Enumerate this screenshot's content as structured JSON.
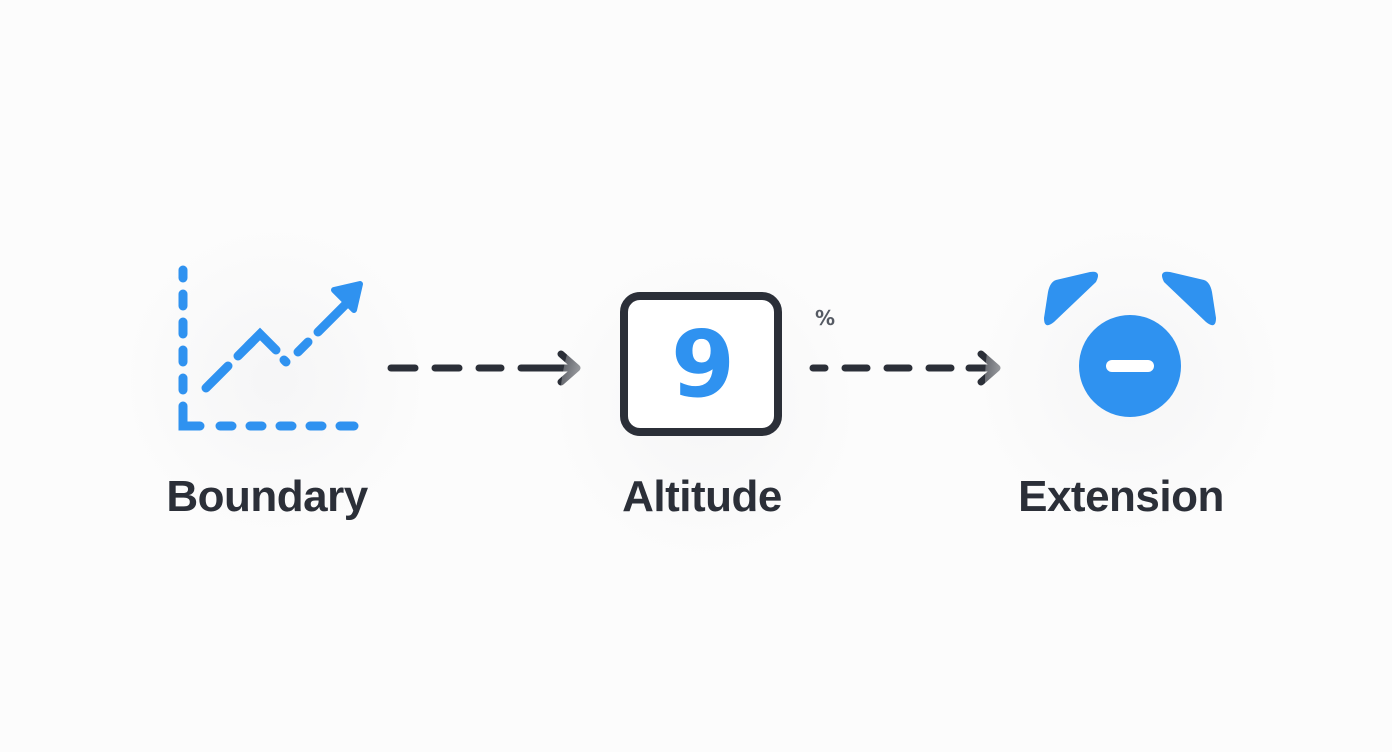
{
  "diagram": {
    "type": "flow",
    "colors": {
      "accent": "#2f92f0",
      "ink": "#2b2f38",
      "background": "#fcfcfc"
    },
    "nodes": [
      {
        "id": "boundary",
        "label": "Boundary",
        "icon": "trending-up-chart-icon"
      },
      {
        "id": "altitude",
        "label": "Altitude",
        "icon": "number-box-icon",
        "icon_value": "9"
      },
      {
        "id": "extension",
        "label": "Extension",
        "icon": "alarm-minus-icon"
      }
    ],
    "edges": [
      {
        "from": "boundary",
        "to": "altitude",
        "style": "dashed-arrow"
      },
      {
        "from": "altitude",
        "to": "extension",
        "style": "dashed-arrow",
        "annotation": "%"
      }
    ]
  }
}
